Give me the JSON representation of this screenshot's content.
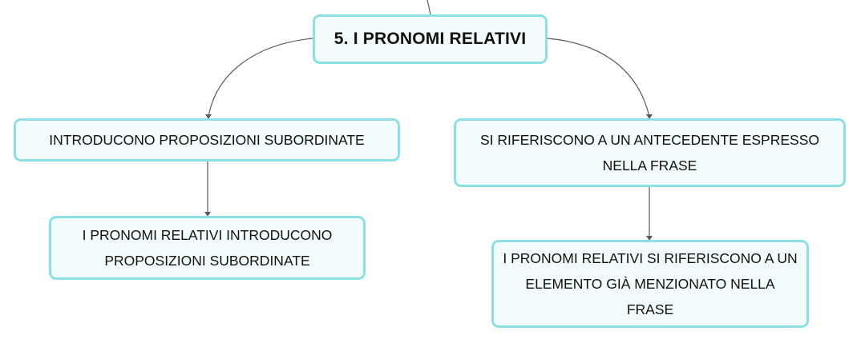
{
  "colors": {
    "node_fill": "#f2fcfc",
    "node_border": "#8ce0e3",
    "connector": "#5a5a5a",
    "text": "#111111"
  },
  "map": {
    "root": {
      "label": "5. I PRONOMI RELATIVI"
    },
    "left": {
      "label": "INTRODUCONO PROPOSIZIONI SUBORDINATE",
      "child": {
        "label": "I PRONOMI RELATIVI INTRODUCONO PROPOSIZIONI SUBORDINATE"
      }
    },
    "right": {
      "label": "SI RIFERISCONO A UN ANTECEDENTE ESPRESSO NELLA FRASE",
      "child": {
        "label": "I PRONOMI RELATIVI SI RIFERISCONO A UN ELEMENTO GIÀ MENZIONATO NELLA FRASE"
      }
    }
  }
}
